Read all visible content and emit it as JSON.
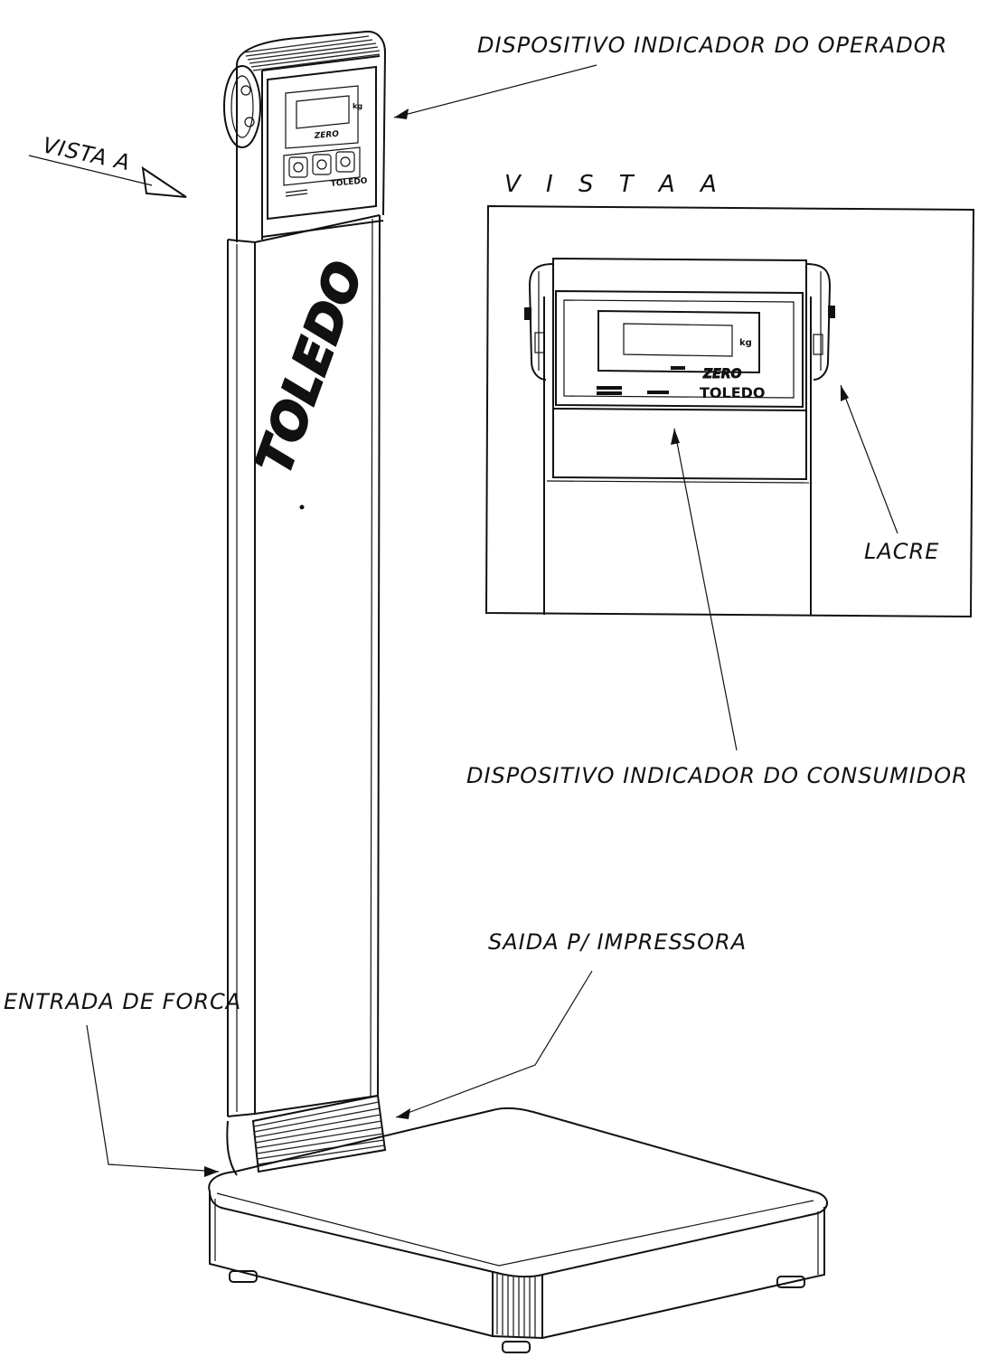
{
  "labels": {
    "operator_indicator": "DISPOSITIVO INDICADOR DO OPERADOR",
    "view_a_marker": "VISTA A",
    "view_a_title": "V I S T A   A",
    "seal": "LACRE",
    "consumer_indicator": "DISPOSITIVO INDICADOR DO CONSUMIDOR",
    "printer_output": "SAIDA P/ IMPRESSORA",
    "power_input": "ENTRADA DE FORCA"
  },
  "branding": {
    "column_logo": "TOLEDO",
    "display_logo": "TOLEDO",
    "zero_text": "ZERO",
    "unit": "kg"
  }
}
